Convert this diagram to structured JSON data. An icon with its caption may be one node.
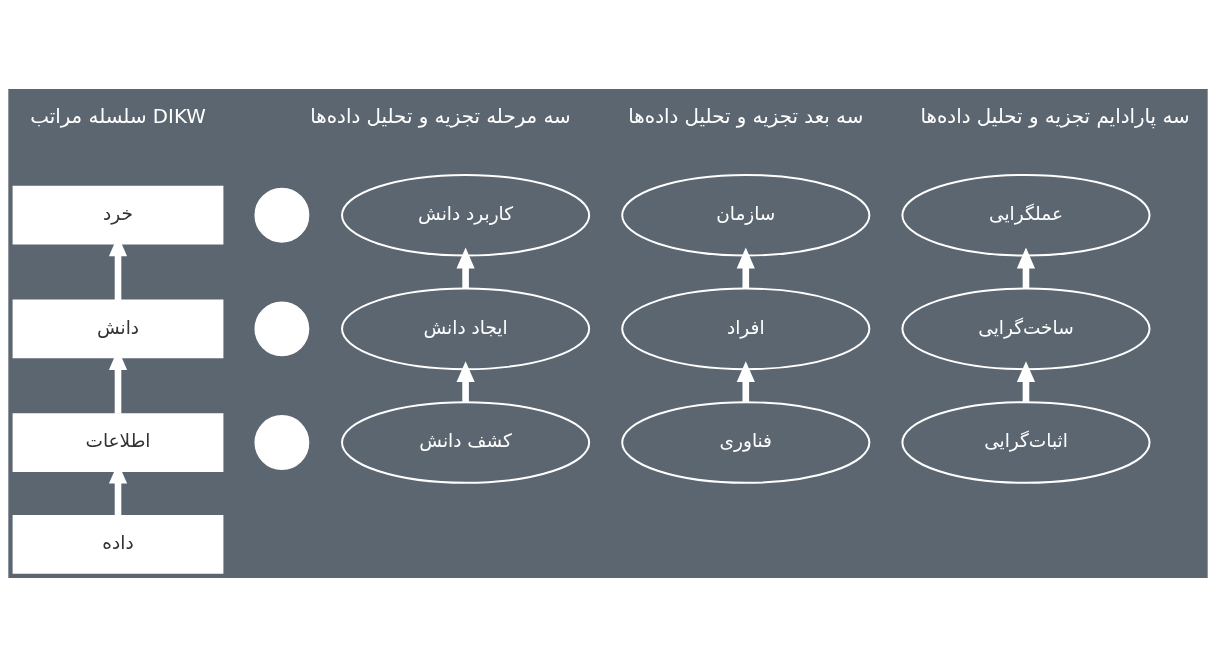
{
  "diagram": {
    "nodes": [
      {
        "text": [
          "خرد"
        ]
      },
      {
        "text": [
          "دانش"
        ]
      },
      {
        "text": [
          "اطلاعات"
        ]
      },
      {
        "text": [
          "داده"
        ]
      },
      {
        "text": [],
        "shape": "circle"
      },
      {
        "text": [
          "کاربرد دانش"
        ]
      },
      {
        "text": [],
        "shape": "circle"
      },
      {
        "text": [
          "ایجاد دانش"
        ]
      },
      {
        "text": [],
        "shape": "circle"
      },
      {
        "text": [
          "کشف دانش"
        ]
      },
      {
        "text": [
          "سازمان"
        ]
      },
      {
        "text": [
          "افراد"
        ]
      },
      {
        "text": [
          "فناوری"
        ]
      },
      {
        "text": [
          "عملگرایی"
        ]
      },
      {
        "text": [
          "ساخت‌گرایی"
        ]
      },
      {
        "text": [
          "اثبات‌گرایی"
        ]
      }
    ],
    "edges": [
      {
        "from": 1,
        "to": 0,
        "arrow": "to"
      },
      {
        "from": 2,
        "to": 1,
        "arrow": "to"
      },
      {
        "from": 3,
        "to": 2,
        "arrow": "to"
      },
      {
        "from": 7,
        "to": 5,
        "arrow": "to"
      },
      {
        "from": 9,
        "to": 7,
        "arrow": "to"
      },
      {
        "from": 11,
        "to": 10,
        "arrow": "to"
      },
      {
        "from": 12,
        "to": 11,
        "arrow": "to"
      },
      {
        "from": 14,
        "to": 13,
        "arrow": "to"
      },
      {
        "from": 15,
        "to": 14,
        "arrow": "to"
      }
    ],
    "labels": [
      "سلسله مراتب DIKW",
      "سه مرحله تجزیه و تحلیل داده‌ها",
      "سه بعد تجزیه و تحلیل داده‌ها",
      "سه پارادایم تجزیه و تحلیل داده‌ها"
    ]
  }
}
